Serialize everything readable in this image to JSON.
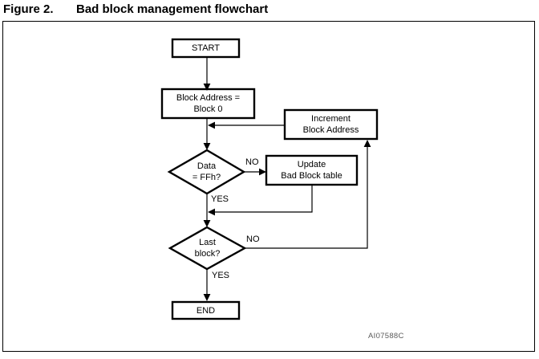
{
  "figure": {
    "label": "Figure 2.",
    "title": "Bad block management flowchart",
    "watermark": "AI07588C"
  },
  "nodes": {
    "start": {
      "label": "START"
    },
    "block_address": {
      "line1": "Block Address =",
      "line2": "Block 0"
    },
    "increment": {
      "line1": "Increment",
      "line2": "Block Address"
    },
    "data_check": {
      "line1": "Data",
      "line2": "= FFh?"
    },
    "update": {
      "line1": "Update",
      "line2": "Bad Block table"
    },
    "last_block": {
      "line1": "Last",
      "line2": "block?"
    },
    "end": {
      "label": "END"
    }
  },
  "edge_labels": {
    "data_no": "NO",
    "data_yes": "YES",
    "last_no": "NO",
    "last_yes": "YES"
  },
  "colors": {
    "ink": "#000000",
    "paper": "#ffffff",
    "watermark": "#5a5a5a"
  }
}
